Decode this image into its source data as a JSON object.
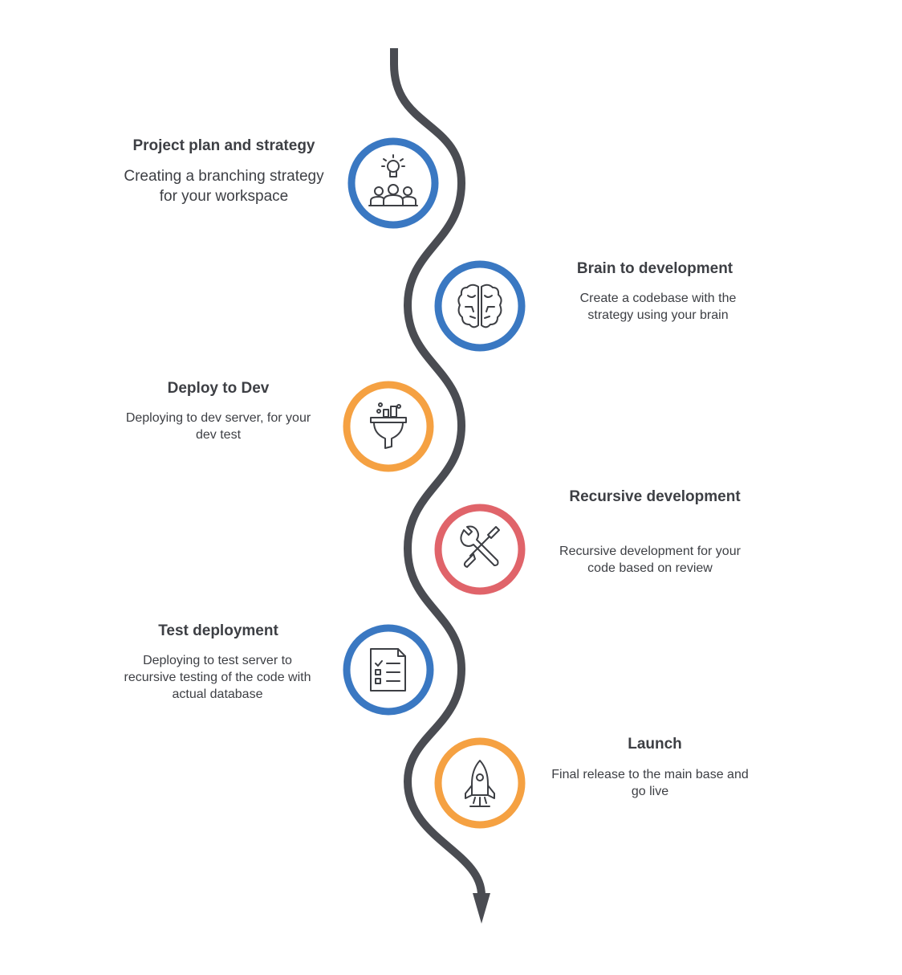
{
  "steps": [
    {
      "title": "Project plan and strategy",
      "desc_lines": [
        "Creating a branching strategy",
        "for your workspace"
      ],
      "icon": "team-idea-icon",
      "ring_color": "#3a78c2"
    },
    {
      "title": "Brain to development",
      "desc_lines": [
        "Create a codebase with the",
        "strategy using your brain"
      ],
      "icon": "brain-icon",
      "ring_color": "#3a78c2"
    },
    {
      "title": "Deploy to Dev",
      "desc_lines": [
        "Deploying to dev server, for your",
        "dev test"
      ],
      "icon": "funnel-icon",
      "ring_color": "#f5a142"
    },
    {
      "title": "Recursive development",
      "desc_lines": [
        "Recursive development for your",
        "code based on review"
      ],
      "icon": "tools-icon",
      "ring_color": "#e0646a"
    },
    {
      "title": "Test deployment",
      "desc_lines": [
        "Deploying to test server to",
        "recursive testing of the code with",
        "actual database"
      ],
      "icon": "checklist-icon",
      "ring_color": "#3a78c2"
    },
    {
      "title": "Launch",
      "desc_lines": [
        "Final release to the main base and",
        "go live"
      ],
      "icon": "rocket-icon",
      "ring_color": "#f5a142"
    }
  ],
  "colors": {
    "path": "#4a4c52",
    "text": "#3d3f44",
    "icon_stroke": "#3d3f44"
  }
}
